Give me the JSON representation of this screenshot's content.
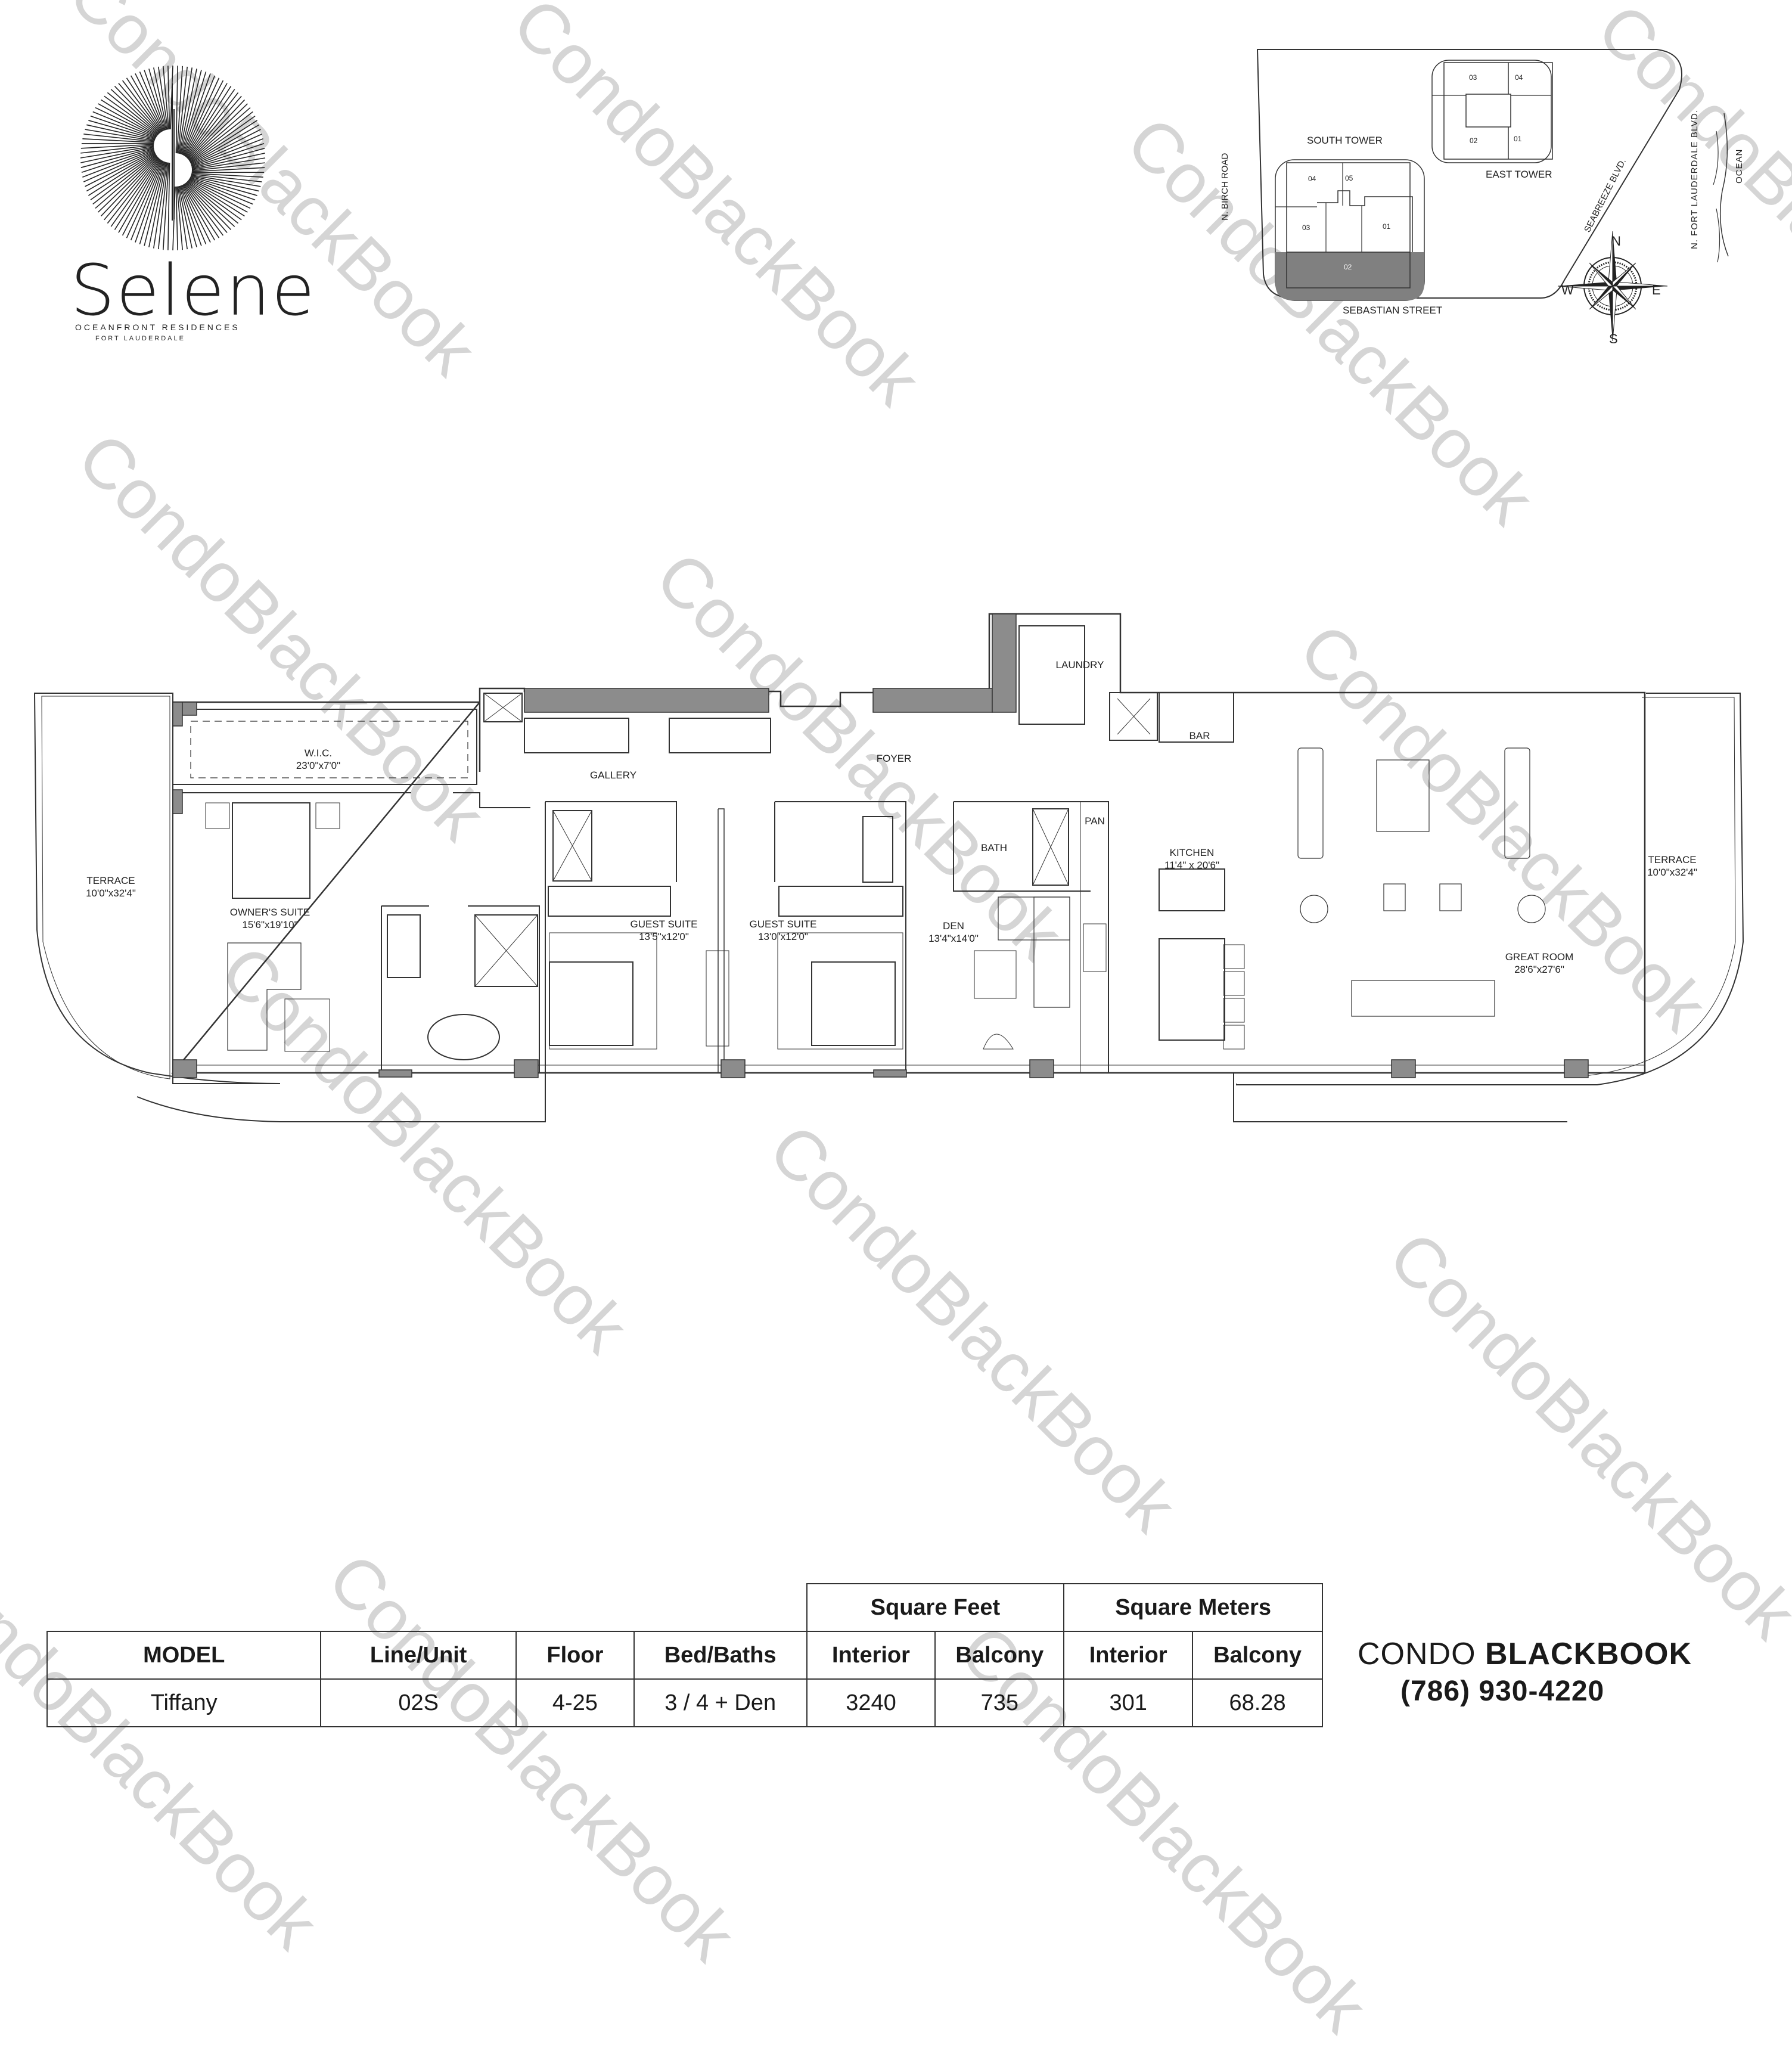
{
  "logo": {
    "name": "Selene",
    "subtitle": "OCEANFRONT RESIDENCES",
    "location": "FORT LAUDERDALE"
  },
  "site_plan": {
    "south_tower_label": "SOUTH TOWER",
    "east_tower_label": "EAST TOWER",
    "south_tower_units": [
      "04",
      "05",
      "03",
      "01",
      "02"
    ],
    "east_tower_units": [
      "03",
      "04",
      "02",
      "01"
    ],
    "highlighted_unit": "02",
    "highlight_color": "#808080",
    "streets": {
      "west": "N. BIRCH ROAD",
      "south": "SEBASTIAN STREET",
      "diagonal": "SEABREEZE BLVD.",
      "east": "N. FORT LAUDERDALE BLVD.",
      "ocean": "OCEAN"
    },
    "compass": {
      "n": "N",
      "s": "S",
      "e": "E",
      "w": "W"
    }
  },
  "floorplan": {
    "rooms": [
      {
        "name": "TERRACE",
        "dims": "10'0\"x32'4\""
      },
      {
        "name": "W.I.C.",
        "dims": "23'0\"x7'0\""
      },
      {
        "name": "OWNER'S SUITE",
        "dims": "15'6\"x19'10\""
      },
      {
        "name": "GALLERY",
        "dims": ""
      },
      {
        "name": "GUEST SUITE",
        "dims": "13'5\"x12'0\""
      },
      {
        "name": "GUEST SUITE",
        "dims": "13'0\"x12'0\""
      },
      {
        "name": "FOYER",
        "dims": ""
      },
      {
        "name": "LAUNDRY",
        "dims": ""
      },
      {
        "name": "BAR",
        "dims": ""
      },
      {
        "name": "BATH",
        "dims": ""
      },
      {
        "name": "PAN",
        "dims": ""
      },
      {
        "name": "DEN",
        "dims": "13'4\"x14'0\""
      },
      {
        "name": "KITCHEN",
        "dims": "11'4\" x 20'6\""
      },
      {
        "name": "GREAT ROOM",
        "dims": "28'6\"x27'6\""
      },
      {
        "name": "TERRACE",
        "dims": "10'0\"x32'4\""
      }
    ],
    "wall_fill": "#8c8c8c"
  },
  "spec_table": {
    "group_headers": [
      "Square Feet",
      "Square Meters"
    ],
    "headers": [
      "MODEL",
      "Line/Unit",
      "Floor",
      "Bed/Baths",
      "Interior",
      "Balcony",
      "Interior",
      "Balcony"
    ],
    "rows": [
      [
        "Tiffany",
        "02S",
        "4-25",
        "3 / 4 + Den",
        "3240",
        "735",
        "301",
        "68.28"
      ]
    ]
  },
  "brand": {
    "name_light": "CONDO",
    "name_bold": "BLACKBOOK",
    "phone": "(786) 930-4220"
  },
  "watermark": "CondoBlackBook"
}
